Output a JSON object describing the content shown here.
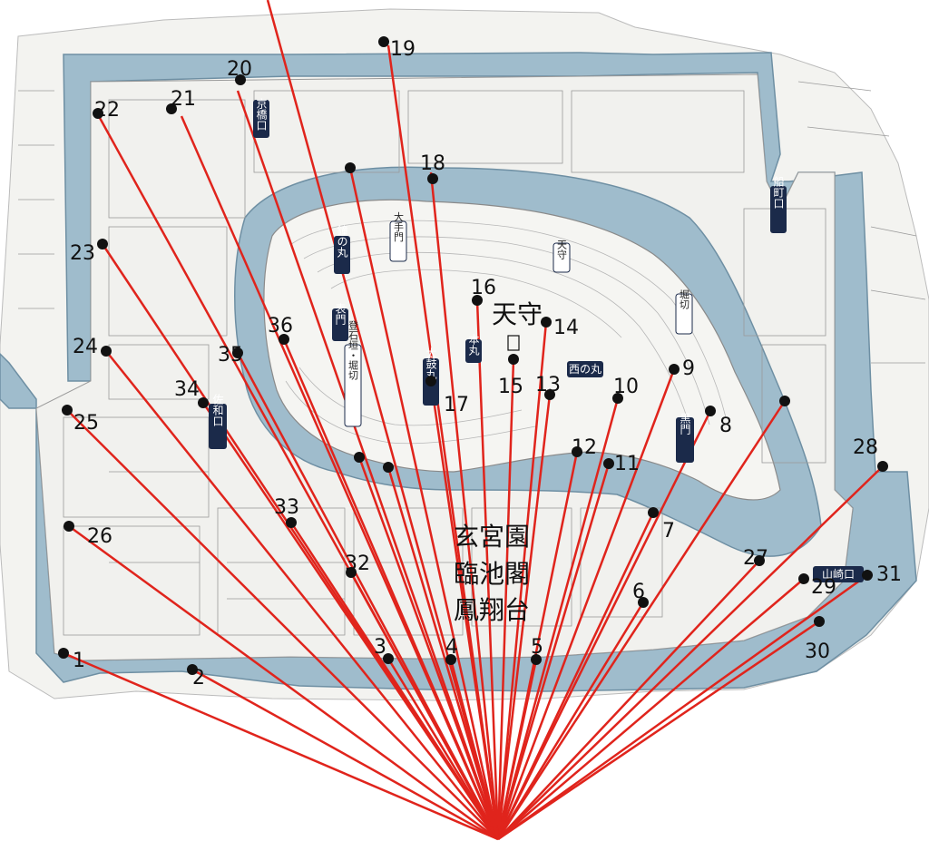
{
  "map": {
    "colors": {
      "water": "#9fbccc",
      "water_dark": "#7fa3b8",
      "land": "#f4f4f2",
      "block_line": "#8a8a8a",
      "ray": "#e0241c",
      "dot": "#111111",
      "badge": "#1b2a4a"
    },
    "center_labels": [
      "玄宮園",
      "臨池閣",
      "鳳翔台"
    ],
    "keep_label": "天守",
    "markers": [
      {
        "label": "1"
      },
      {
        "label": "2"
      },
      {
        "label": "3"
      },
      {
        "label": "4"
      },
      {
        "label": "5"
      },
      {
        "label": "6"
      },
      {
        "label": "7"
      },
      {
        "label": "8"
      },
      {
        "label": "9"
      },
      {
        "label": "10"
      },
      {
        "label": "11"
      },
      {
        "label": "12"
      },
      {
        "label": "13"
      },
      {
        "label": "14"
      },
      {
        "label": "15"
      },
      {
        "label": "16"
      },
      {
        "label": "17"
      },
      {
        "label": "18"
      },
      {
        "label": "19"
      },
      {
        "label": "20"
      },
      {
        "label": "21"
      },
      {
        "label": "22"
      },
      {
        "label": "23"
      },
      {
        "label": "24"
      },
      {
        "label": "25"
      },
      {
        "label": "26"
      },
      {
        "label": "27"
      },
      {
        "label": "28"
      },
      {
        "label": "29"
      },
      {
        "label": "30"
      },
      {
        "label": "31"
      },
      {
        "label": "32"
      },
      {
        "label": "33"
      },
      {
        "label": "34"
      },
      {
        "label": "35"
      },
      {
        "label": "36"
      }
    ],
    "gate_badges": [
      {
        "text": "京橋口"
      },
      {
        "text": "船町口"
      },
      {
        "text": "佐和口"
      },
      {
        "text": "鐘の丸"
      },
      {
        "text": "大手門"
      },
      {
        "text": "天守"
      },
      {
        "text": "表門"
      },
      {
        "text": "登石垣・堀切"
      },
      {
        "text": "本丸"
      },
      {
        "text": "太鼓丸"
      },
      {
        "text": "西の丸"
      },
      {
        "text": "堀切"
      },
      {
        "text": "黒門"
      },
      {
        "text": "山崎口"
      }
    ]
  }
}
